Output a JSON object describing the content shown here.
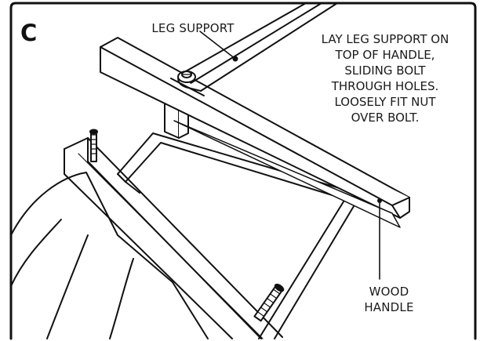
{
  "step": {
    "letter": "C"
  },
  "labels": {
    "leg_support": "LEG SUPPORT",
    "instruction_lines": [
      "LAY LEG SUPPORT ON",
      "TOP OF HANDLE,",
      "SLIDING BOLT",
      "THROUGH HOLES.",
      "LOOSELY FIT NUT",
      "OVER BOLT."
    ],
    "wood_handle_lines": [
      "WOOD",
      "HANDLE"
    ]
  },
  "colors": {
    "ink": "#111111",
    "paper": "#ffffff"
  }
}
